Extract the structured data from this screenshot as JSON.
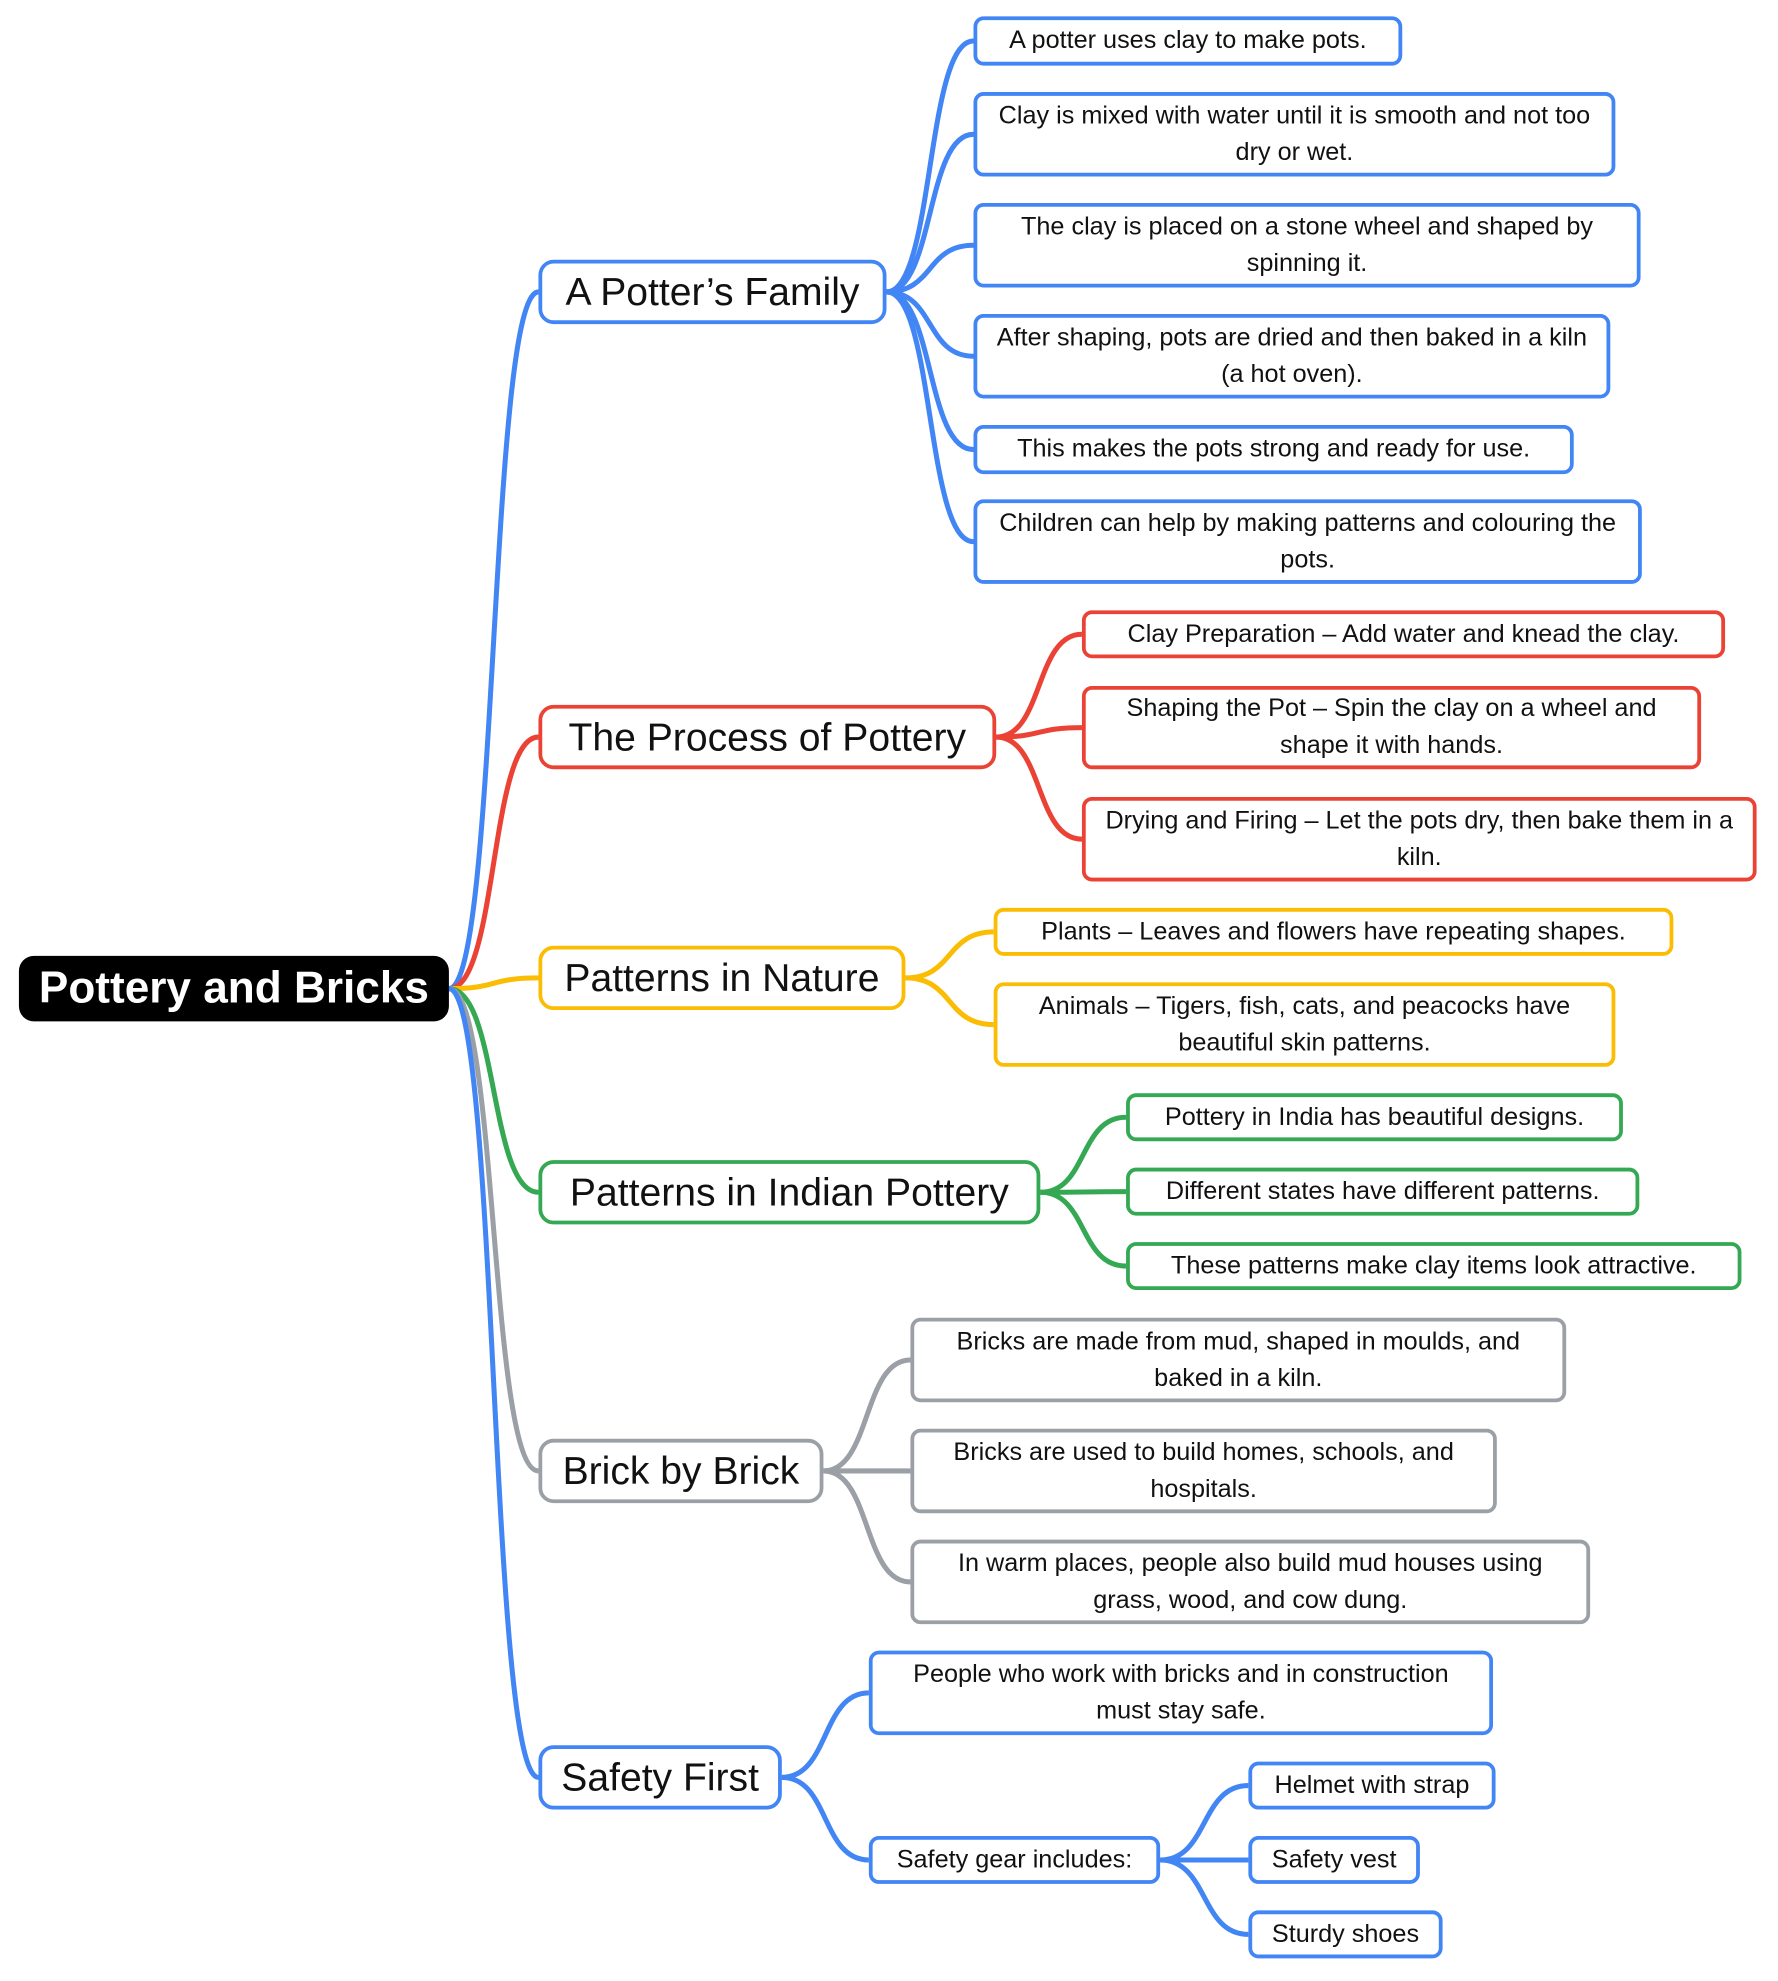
{
  "colors": {
    "blue": "#4285F4",
    "red": "#EA4335",
    "yellow": "#FBBC04",
    "green": "#34A853",
    "gray": "#9AA0A6",
    "root": "#000000"
  },
  "root": {
    "text": "Pottery and Bricks"
  },
  "branches": [
    {
      "text": "A Potter’s Family",
      "color": "blue",
      "children": [
        {
          "text": "A potter uses clay to make pots."
        },
        {
          "text": "Clay is mixed with water until it is smooth and not too dry or wet."
        },
        {
          "text": "The clay is placed on a stone wheel and shaped by spinning it."
        },
        {
          "text": "After shaping, pots are dried and then baked in a kiln (a hot oven)."
        },
        {
          "text": "This makes the pots strong and ready for use."
        },
        {
          "text": "Children can help by making patterns and colouring the pots."
        }
      ]
    },
    {
      "text": "The Process of Pottery",
      "color": "red",
      "children": [
        {
          "text": "Clay Preparation – Add water and knead the clay."
        },
        {
          "text": "Shaping the Pot – Spin the clay on a wheel and shape it with hands."
        },
        {
          "text": "Drying and Firing – Let the pots dry, then bake them in a kiln."
        }
      ]
    },
    {
      "text": "Patterns in Nature",
      "color": "yellow",
      "children": [
        {
          "text": "Plants – Leaves and flowers have repeating shapes."
        },
        {
          "text": "Animals – Tigers, fish, cats, and peacocks have beautiful skin patterns."
        }
      ]
    },
    {
      "text": "Patterns in Indian Pottery",
      "color": "green",
      "children": [
        {
          "text": "Pottery in India has beautiful designs."
        },
        {
          "text": "Different states have different patterns."
        },
        {
          "text": "These patterns make clay items look attractive."
        }
      ]
    },
    {
      "text": "Brick by Brick",
      "color": "gray",
      "children": [
        {
          "text": "Bricks are made from mud, shaped in moulds, and baked in a kiln."
        },
        {
          "text": "Bricks are used to build homes, schools, and hospitals."
        },
        {
          "text": "In warm places, people also build mud houses using grass, wood, and cow dung."
        }
      ]
    },
    {
      "text": "Safety First",
      "color": "blue",
      "children": [
        {
          "text": "People who work with bricks and in construction must stay safe."
        },
        {
          "text": "Safety gear includes:",
          "children": [
            {
              "text": "Helmet with strap"
            },
            {
              "text": "Safety vest"
            },
            {
              "text": "Sturdy shoes"
            }
          ]
        }
      ]
    }
  ]
}
